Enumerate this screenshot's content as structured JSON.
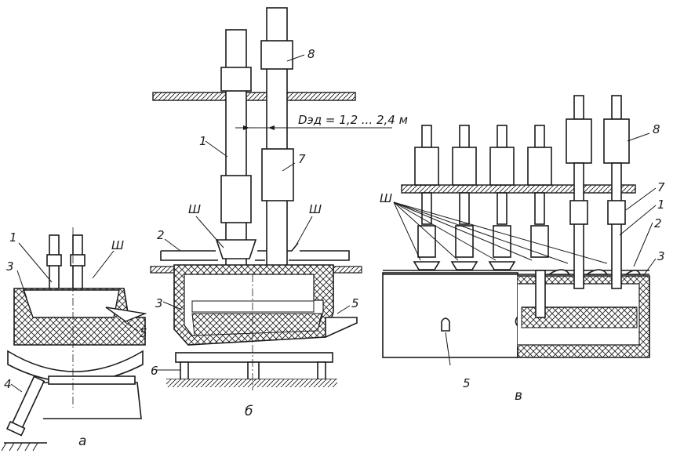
{
  "labels": {
    "a": {
      "electrode": "1",
      "body": "3",
      "charge_sh": "Ш",
      "tilt": "4",
      "spout": "5",
      "caption": "а"
    },
    "b": {
      "electrode": "1",
      "roof": "2",
      "body": "3",
      "spout": "5",
      "base": "6",
      "holder": "7",
      "clamp": "8",
      "charge_left": "Ш",
      "charge_right": "Ш",
      "dimension": "Dэд = 1,2 ... 2,4 м",
      "caption": "б"
    },
    "v": {
      "electrode": "1",
      "roof": "2",
      "body": "3",
      "spout": "5",
      "holder": "7",
      "clamp": "8",
      "charge": "Ш",
      "caption": "в"
    }
  },
  "colors": {
    "ink": "#1a1a1a",
    "background": "#ffffff"
  }
}
